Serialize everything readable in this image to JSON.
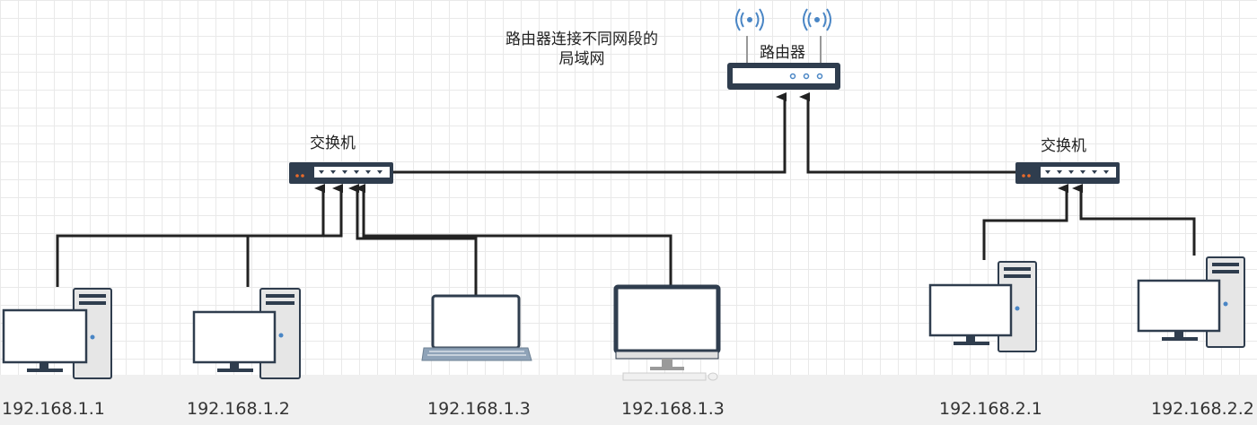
{
  "diagram": {
    "note_line1": "路由器连接不同网段的",
    "note_line2": "局域网",
    "router_label": "路由器",
    "switch_left_label": "交换机",
    "switch_right_label": "交换机",
    "hosts": [
      {
        "ip": "192.168.1.1",
        "kind": "desktop-pc"
      },
      {
        "ip": "192.168.1.2",
        "kind": "desktop-pc"
      },
      {
        "ip": "192.168.1.3",
        "kind": "laptop"
      },
      {
        "ip": "192.168.1.3",
        "kind": "monitor"
      },
      {
        "ip": "192.168.2.1",
        "kind": "desktop-pc"
      },
      {
        "ip": "192.168.2.2",
        "kind": "desktop-pc"
      }
    ],
    "colors": {
      "device_dark": "#2f3d4e",
      "port_blue": "#4a86c5",
      "line": "#222222"
    }
  }
}
